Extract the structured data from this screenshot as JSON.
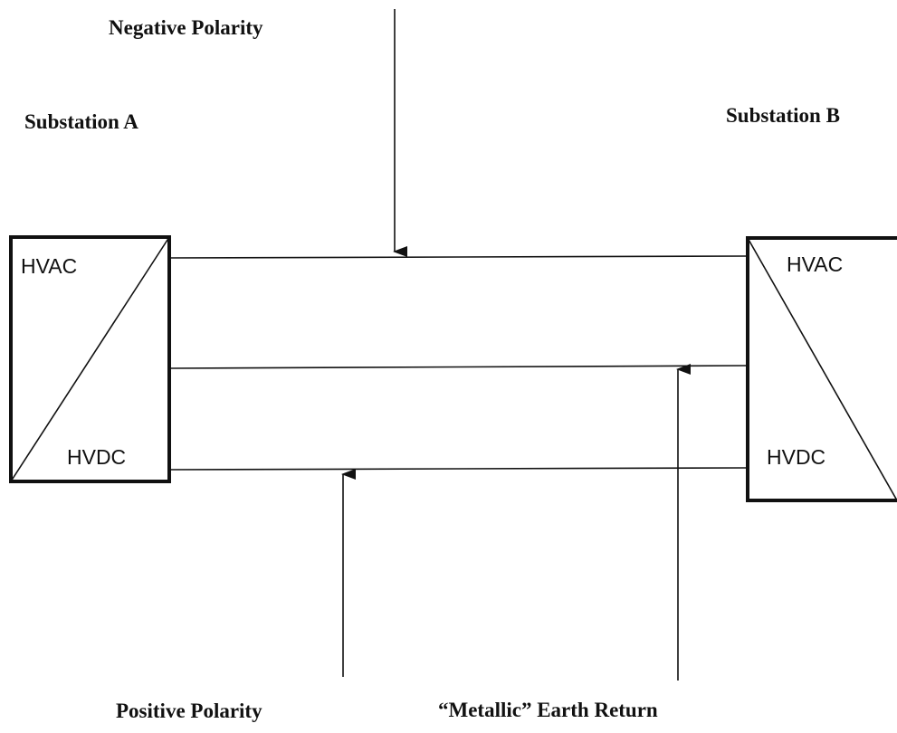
{
  "labels": {
    "negative_polarity": "Negative Polarity",
    "substation_a": "Substation A",
    "substation_b": "Substation B",
    "positive_polarity": "Positive Polarity",
    "metallic_earth_return": "“Metallic” Earth Return"
  },
  "substation_a": {
    "hvac": "HVAC",
    "hvdc": "HVDC"
  },
  "substation_b": {
    "hvac": "HVAC",
    "hvdc": "HVDC"
  },
  "colors": {
    "ink": "#111111",
    "background": "#ffffff"
  }
}
